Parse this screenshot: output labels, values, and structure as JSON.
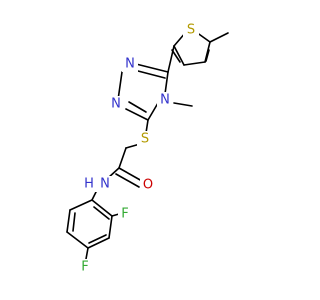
{
  "molecule": {
    "colors": {
      "bond": "#000000",
      "N": "#3333cc",
      "O": "#cc0000",
      "S": "#b29a00",
      "F": "#33aa33"
    },
    "atoms": {
      "s_thiophene": "S",
      "s_thioether": "S",
      "n_triazole_top": "N",
      "n_triazole_left": "N",
      "n_triazole_methyl": "N",
      "n_amide": "N",
      "h_amide": "H",
      "o_carbonyl": "O",
      "f_ortho": "F",
      "f_para": "F"
    }
  }
}
